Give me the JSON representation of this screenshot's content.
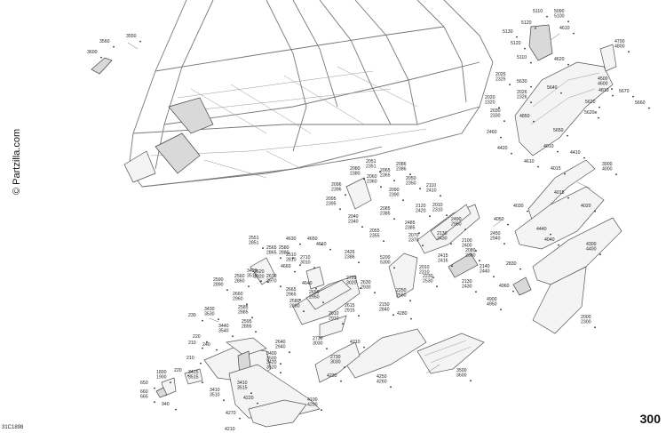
{
  "watermark": "© Partzilla.com",
  "page_number": "300",
  "diagram_code": "31C1898",
  "callouts": [
    {
      "id": "c3550",
      "text": "3550"
    },
    {
      "id": "c3560",
      "text": "3560"
    },
    {
      "id": "c3600",
      "text": "3600"
    },
    {
      "id": "c5110a",
      "text": "5110"
    },
    {
      "id": "c5090",
      "text": "5090\n5100"
    },
    {
      "id": "c5120",
      "text": "5120"
    },
    {
      "id": "c5130",
      "text": "5130"
    },
    {
      "id": "c4610a",
      "text": "4610"
    },
    {
      "id": "c5120b",
      "text": "5120"
    },
    {
      "id": "c5110b",
      "text": "5110"
    },
    {
      "id": "c4620",
      "text": "4620"
    },
    {
      "id": "c4700",
      "text": "4700\n4800"
    },
    {
      "id": "c2025",
      "text": "2025\n2325"
    },
    {
      "id": "c5630",
      "text": "5630"
    },
    {
      "id": "c4500",
      "text": "4500\n4600"
    },
    {
      "id": "c2020",
      "text": "2020\n2320"
    },
    {
      "id": "c2026",
      "text": "2026\n2326"
    },
    {
      "id": "c5640",
      "text": "5640"
    },
    {
      "id": "c4810",
      "text": "4810"
    },
    {
      "id": "c5670",
      "text": "5670"
    },
    {
      "id": "c2030",
      "text": "2030\n2330"
    },
    {
      "id": "c5620",
      "text": "5620"
    },
    {
      "id": "c5660",
      "text": "5660"
    },
    {
      "id": "c4850",
      "text": "4850"
    },
    {
      "id": "c5620e",
      "text": "5620e"
    },
    {
      "id": "c5650",
      "text": "5650"
    },
    {
      "id": "c2460",
      "text": "2460"
    },
    {
      "id": "c4010",
      "text": "4010"
    },
    {
      "id": "c4420",
      "text": "4420"
    },
    {
      "id": "c4610b",
      "text": "4610"
    },
    {
      "id": "c4410",
      "text": "4410"
    },
    {
      "id": "c4015a",
      "text": "4015"
    },
    {
      "id": "c3900",
      "text": "3900\n4000"
    },
    {
      "id": "c2051",
      "text": "2051\n2351"
    },
    {
      "id": "c2086",
      "text": "2086\n2386"
    },
    {
      "id": "c2080",
      "text": "2080\n2380"
    },
    {
      "id": "c2065",
      "text": "2065\n2365"
    },
    {
      "id": "c2050",
      "text": "2050\n2350"
    },
    {
      "id": "c2060",
      "text": "2060\n2360"
    },
    {
      "id": "c2096",
      "text": "2096\n2396"
    },
    {
      "id": "c2090",
      "text": "2090\n2390"
    },
    {
      "id": "c2110",
      "text": "2110\n2410"
    },
    {
      "id": "c2010",
      "text": "2010\n2310"
    },
    {
      "id": "c2120",
      "text": "2120\n2420"
    },
    {
      "id": "c2095",
      "text": "2095\n2395"
    },
    {
      "id": "c4015b",
      "text": "4015"
    },
    {
      "id": "c4030",
      "text": "4030"
    },
    {
      "id": "c4020",
      "text": "4020"
    },
    {
      "id": "c2040",
      "text": "2040\n2340"
    },
    {
      "id": "c2085",
      "text": "2085\n2385"
    },
    {
      "id": "c2485",
      "text": "2485\n2385"
    },
    {
      "id": "c2070",
      "text": "2070\n2370"
    },
    {
      "id": "c2490",
      "text": "2490\n2950"
    },
    {
      "id": "c4050",
      "text": "4050"
    },
    {
      "id": "c4440",
      "text": "4440"
    },
    {
      "id": "c2450",
      "text": "2450\n2940"
    },
    {
      "id": "c4040",
      "text": "4040"
    },
    {
      "id": "c2055",
      "text": "2055\n2355"
    },
    {
      "id": "c2130",
      "text": "2130\n2430"
    },
    {
      "id": "c2100",
      "text": "2100\n2400"
    },
    {
      "id": "c4300",
      "text": "4300\n4400"
    },
    {
      "id": "c4630",
      "text": "4630"
    },
    {
      "id": "c4650",
      "text": "4650"
    },
    {
      "id": "c4610c",
      "text": "4610"
    },
    {
      "id": "c2551",
      "text": "2551\n2851"
    },
    {
      "id": "c2565",
      "text": "2565\n2865"
    },
    {
      "id": "c2580",
      "text": "2580\n2880"
    },
    {
      "id": "c2510",
      "text": "2510\n2810"
    },
    {
      "id": "c2426",
      "text": "2426\n2386"
    },
    {
      "id": "c2415",
      "text": "2415\n2416"
    },
    {
      "id": "c2080b",
      "text": "2080\n2380"
    },
    {
      "id": "c2830",
      "text": "2830"
    },
    {
      "id": "c2710",
      "text": "2710\n3010"
    },
    {
      "id": "c5200",
      "text": "5200\n5300"
    },
    {
      "id": "c2010b",
      "text": "2010\n2310"
    },
    {
      "id": "c2140",
      "text": "2140\n2440"
    },
    {
      "id": "c4660",
      "text": "4660"
    },
    {
      "id": "c2620",
      "text": "2620\n2920"
    },
    {
      "id": "c3420",
      "text": "3420\n3510"
    },
    {
      "id": "c2670",
      "text": "2670\n2970"
    },
    {
      "id": "c2560",
      "text": "2560\n2860"
    },
    {
      "id": "c4640",
      "text": "4640"
    },
    {
      "id": "c2630",
      "text": "2630\n2930"
    },
    {
      "id": "c2230",
      "text": "2230\n2530"
    },
    {
      "id": "c2130b",
      "text": "2130\n2430"
    },
    {
      "id": "c4960",
      "text": "4960"
    },
    {
      "id": "c2590",
      "text": "2590\n2890"
    },
    {
      "id": "c2660",
      "text": "2660\n2960"
    },
    {
      "id": "c2665",
      "text": "2665\n2965"
    },
    {
      "id": "c2720",
      "text": "2720\n3020"
    },
    {
      "id": "c2650",
      "text": "2650\n2950"
    },
    {
      "id": "c2250",
      "text": "2250\n2550"
    },
    {
      "id": "c4900",
      "text": "4900\n4950"
    },
    {
      "id": "c3430",
      "text": "3430\n3530"
    },
    {
      "id": "c2585",
      "text": "2585\n2885"
    },
    {
      "id": "c2580b",
      "text": "2580\n2880"
    },
    {
      "id": "c2615",
      "text": "2615\n2915"
    },
    {
      "id": "c2610",
      "text": "2610\n2910"
    },
    {
      "id": "c2150",
      "text": "2150\n2840"
    },
    {
      "id": "c4280",
      "text": "4280"
    },
    {
      "id": "c2000",
      "text": "2000\n2300"
    },
    {
      "id": "c230",
      "text": "230"
    },
    {
      "id": "c3440",
      "text": "3440\n3540"
    },
    {
      "id": "c2595",
      "text": "2595\n2895"
    },
    {
      "id": "c220",
      "text": "220"
    },
    {
      "id": "c210",
      "text": "210"
    },
    {
      "id": "c2640",
      "text": "2640\n2940"
    },
    {
      "id": "c2730",
      "text": "2730\n3030"
    },
    {
      "id": "c4210a",
      "text": "4210"
    },
    {
      "id": "c240",
      "text": "240"
    },
    {
      "id": "c3400",
      "text": "3400\n3500"
    },
    {
      "id": "c210b",
      "text": "210"
    },
    {
      "id": "c220b",
      "text": "220"
    },
    {
      "id": "c3420b",
      "text": "3420\n3520"
    },
    {
      "id": "c1800",
      "text": "1800\n1900"
    },
    {
      "id": "c3415",
      "text": "3415\n3515"
    },
    {
      "id": "c2730b",
      "text": "2730\n3030"
    },
    {
      "id": "c4230",
      "text": "4230"
    },
    {
      "id": "c4250",
      "text": "4250\n4260"
    },
    {
      "id": "c3500",
      "text": "3500\n3600"
    },
    {
      "id": "c3410",
      "text": "3410\n3510"
    },
    {
      "id": "c650",
      "text": "650"
    },
    {
      "id": "c660",
      "text": "660\n665"
    },
    {
      "id": "c3410b",
      "text": "3410\n3515"
    },
    {
      "id": "c4220",
      "text": "4220"
    },
    {
      "id": "c940",
      "text": "940"
    },
    {
      "id": "c4100",
      "text": "4100\n4200"
    },
    {
      "id": "c4270",
      "text": "4270"
    },
    {
      "id": "c4210b",
      "text": "4210"
    }
  ]
}
